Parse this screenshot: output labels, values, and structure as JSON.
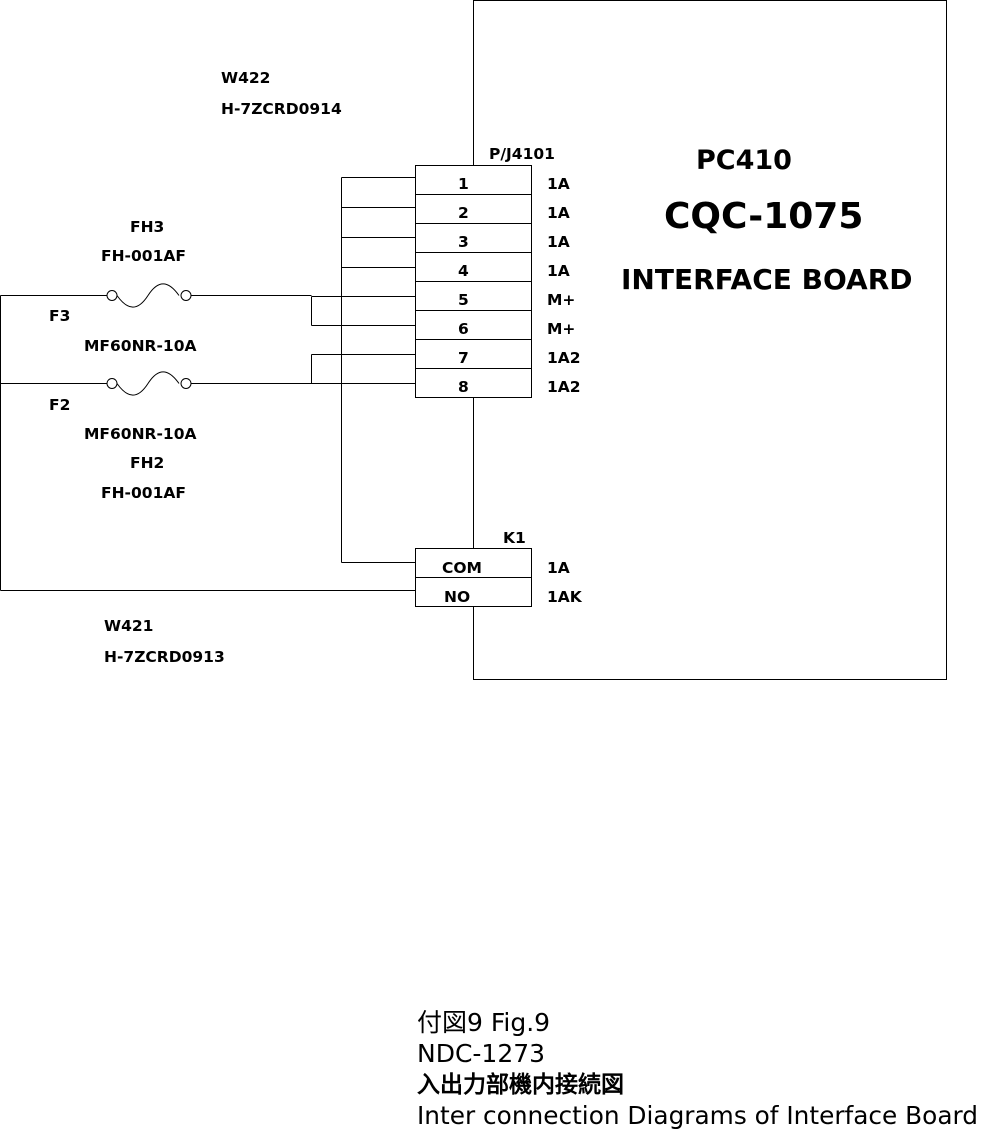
{
  "board": {
    "name": "PC410",
    "model": "CQC-1075",
    "type": "INTERFACE BOARD"
  },
  "connector": {
    "label": "P/J4101",
    "pins": [
      {
        "num": "1",
        "signal": "1A"
      },
      {
        "num": "2",
        "signal": "1A"
      },
      {
        "num": "3",
        "signal": "1A"
      },
      {
        "num": "4",
        "signal": "1A"
      },
      {
        "num": "5",
        "signal": "M+"
      },
      {
        "num": "6",
        "signal": "M+"
      },
      {
        "num": "7",
        "signal": "1A2"
      },
      {
        "num": "8",
        "signal": "1A2"
      }
    ]
  },
  "relay": {
    "label": "K1",
    "contacts": [
      {
        "name": "COM",
        "signal": "1A"
      },
      {
        "name": "NO",
        "signal": "1AK"
      }
    ]
  },
  "wires": {
    "w422": {
      "name": "W422",
      "part": "H-7ZCRD0914"
    },
    "w421": {
      "name": "W421",
      "part": "H-7ZCRD0913"
    }
  },
  "fuses": {
    "fh3": {
      "holder": "FH3",
      "holder_part": "FH-001AF",
      "fuse": "F3",
      "fuse_part": "MF60NR-10A"
    },
    "fh2": {
      "holder": "FH2",
      "holder_part": "FH-001AF",
      "fuse": "F2",
      "fuse_part": "MF60NR-10A"
    }
  },
  "caption": {
    "line1": "付図9 Fig.9",
    "line2": "NDC-1273",
    "line3": "入出力部機内接続図",
    "line4": "Inter connection Diagrams of Interface Board"
  }
}
